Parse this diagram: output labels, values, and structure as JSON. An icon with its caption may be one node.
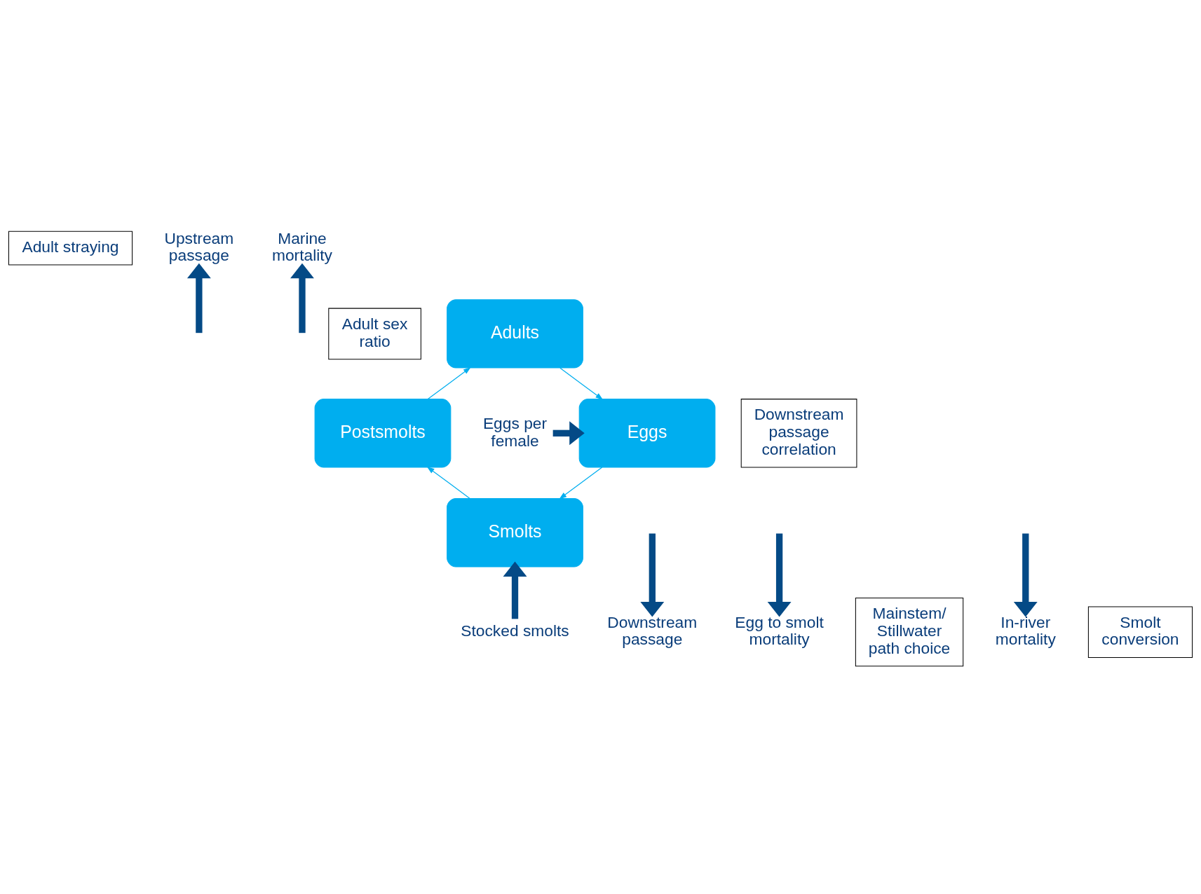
{
  "diagram": {
    "nodes": [
      {
        "text": [
          "Adult straying"
        ]
      },
      {
        "text": [
          "Upstream passage"
        ]
      },
      {
        "text": [
          "Marine mortality"
        ]
      },
      {
        "text": [
          "Adult sex ratio"
        ]
      },
      {
        "text": [
          "Adults"
        ]
      },
      {
        "text": [
          "Eggs per female"
        ]
      },
      {
        "text": [
          "Downstream passage correlation"
        ]
      },
      {
        "text": [
          "Postsmolts"
        ]
      },
      {
        "text": [
          "Eggs"
        ]
      },
      {
        "text": [
          "Downstream passage"
        ]
      },
      {
        "text": [
          "Egg to smolt mortality"
        ]
      },
      {
        "text": [
          "Mainstem/ Stillwater path choice"
        ]
      },
      {
        "text": [
          "Smolts"
        ]
      },
      {
        "text": [
          "In-river mortality"
        ]
      },
      {
        "text": [
          "Smolt conversion"
        ]
      },
      {
        "text": [
          "Stocked smolts"
        ]
      }
    ],
    "edges": [
      {
        "from": 4,
        "to": 8,
        "arrow": "to",
        "color": "#00aeef"
      },
      {
        "from": 8,
        "to": 12,
        "arrow": "to",
        "color": "#00aeef"
      },
      {
        "from": 12,
        "to": 7,
        "arrow": "to",
        "color": "#00aeef"
      },
      {
        "from": 7,
        "to": 4,
        "arrow": "to",
        "color": "#00aeef"
      },
      {
        "from": null,
        "to": 1,
        "arrow": "to"
      },
      {
        "from": null,
        "to": 2,
        "arrow": "to"
      },
      {
        "from": 5,
        "to": 8,
        "arrow": "to"
      },
      {
        "from": null,
        "to": 10,
        "arrow": "to"
      },
      {
        "from": null,
        "to": 9,
        "arrow": "to"
      },
      {
        "from": null,
        "to": 13,
        "arrow": "to"
      },
      {
        "from": 15,
        "to": 12,
        "arrow": "to"
      }
    ]
  }
}
